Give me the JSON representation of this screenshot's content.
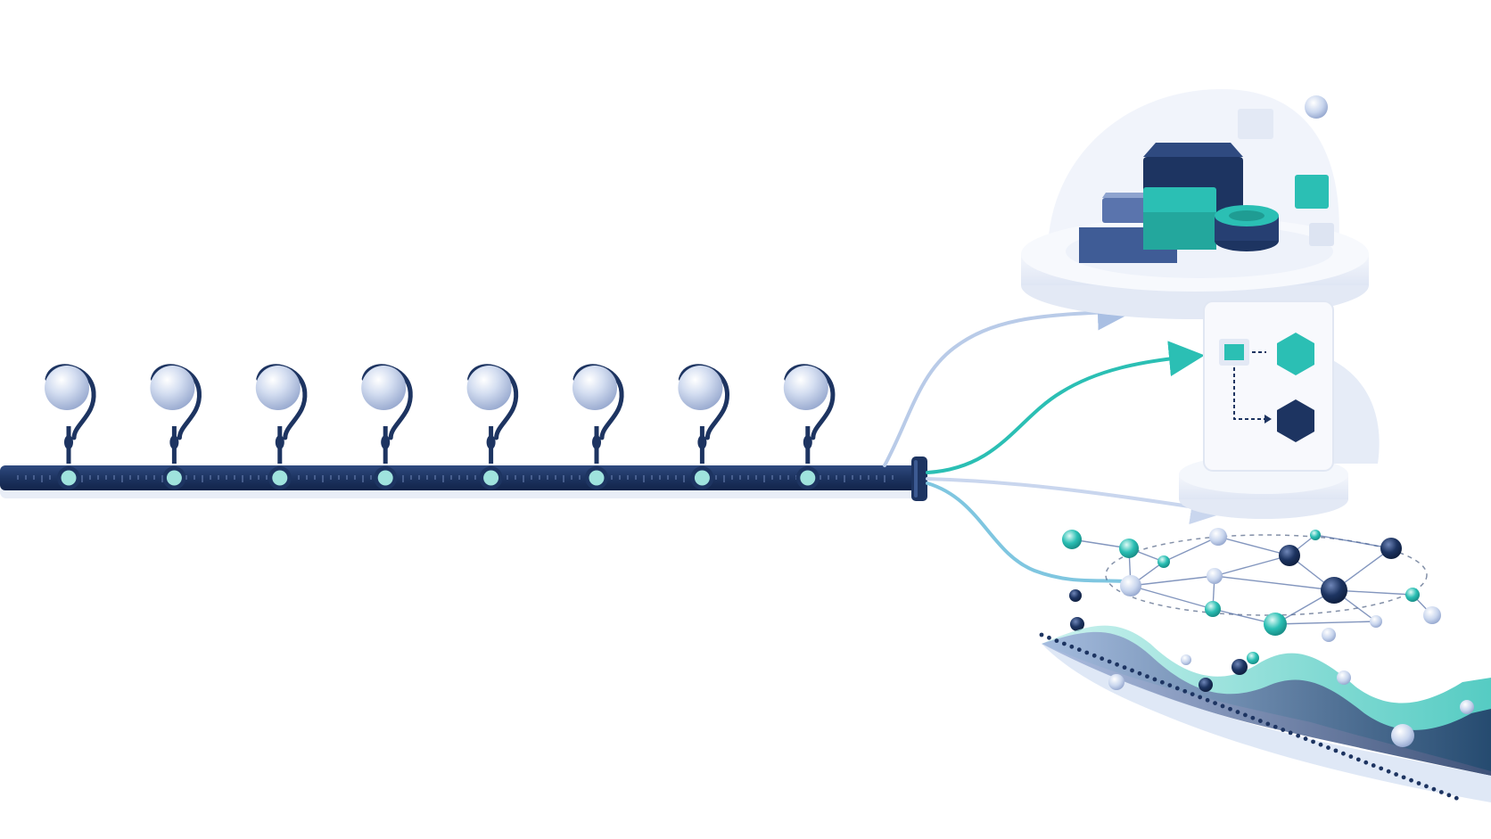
{
  "colors": {
    "navy": "#1d3461",
    "navy_dark": "#16284d",
    "teal": "#2bbfb4",
    "teal_light": "#9fe3dd",
    "pale_blue": "#c9d6ee",
    "sphere": "#c6d2ea",
    "platform": "#eef2fa",
    "background": "#ffffff"
  },
  "timeline": {
    "markers": [
      {
        "icon": "question-hook-icon"
      },
      {
        "icon": "question-hook-icon"
      },
      {
        "icon": "question-hook-icon"
      },
      {
        "icon": "question-hook-icon"
      },
      {
        "icon": "question-hook-icon"
      },
      {
        "icon": "question-hook-icon"
      },
      {
        "icon": "question-hook-icon"
      },
      {
        "icon": "question-hook-icon"
      }
    ]
  },
  "branches": [
    {
      "target": "data-blocks-platform",
      "color": "#b9cbe8"
    },
    {
      "target": "flow-card",
      "color": "#2bbfb4"
    },
    {
      "target": "card-base",
      "color": "#c9d6ee"
    },
    {
      "target": "network-graph",
      "color": "#7fc6e0"
    }
  ],
  "icons": [
    "stacked-blocks-icon",
    "flowchart-card-icon",
    "network-graph-icon",
    "wave-chart-icon"
  ]
}
